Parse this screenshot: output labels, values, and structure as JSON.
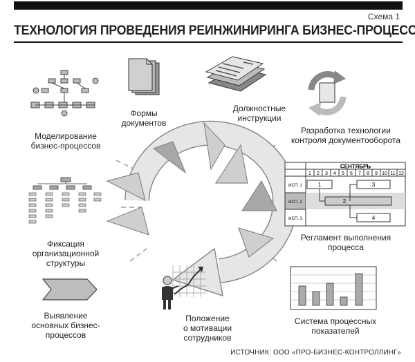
{
  "header": {
    "scheme_label": "Схема 1",
    "title": "ТЕХНОЛОГИЯ ПРОВЕДЕНИЯ РЕИНЖИНИРИНГА БИЗНЕС-ПРОЦЕССОВ"
  },
  "steps": {
    "modeling": [
      "Моделирование",
      "бизнес-процессов"
    ],
    "forms": [
      "Формы",
      "документов"
    ],
    "instructions": [
      "Должностные",
      "инструкции"
    ],
    "docflow": [
      "Разработка технологии",
      "контроля документооборота"
    ],
    "org": [
      "Фиксация",
      "организационной",
      "структуры"
    ],
    "regulation": [
      "Регламент выполнения",
      "процесса"
    ],
    "identify": [
      "Выявление",
      "основных бизнес-",
      "процессов"
    ],
    "motivation": [
      "Положение",
      "о мотивации",
      "сотрудников"
    ],
    "kpi": [
      "Система процессных",
      "показателей"
    ]
  },
  "gantt": {
    "month": "СЕНТЯБРЬ",
    "days": [
      "1",
      "2",
      "3",
      "4",
      "5",
      "6",
      "7",
      "8",
      "9",
      "10",
      "11",
      "12"
    ],
    "rows": [
      "ИСП. 1",
      "ИСП. 2",
      "ИСП. 3"
    ],
    "tasks": [
      "1",
      "2",
      "3",
      "4"
    ]
  },
  "source": "ИСТОЧНИК: ООО «ПРО-БИЗНЕС-КОНТРОЛЛИНГ»",
  "colors": {
    "dark": "#111111",
    "ring": "#e4e4e4",
    "ring_stroke": "#8a8a8a",
    "arrow_dark": "#9c9c9c"
  }
}
